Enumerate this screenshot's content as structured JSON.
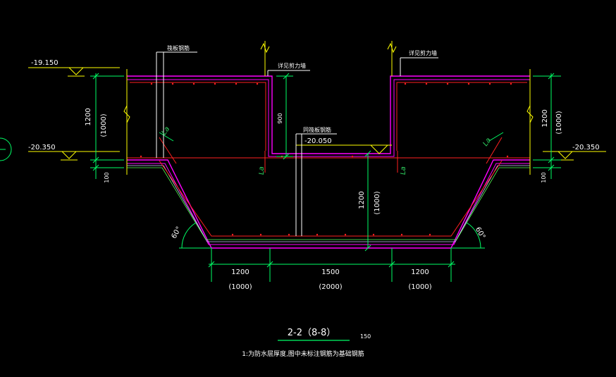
{
  "drawing": {
    "title": "2-2（8-8）",
    "scale": "150",
    "note": "1:为防水层厚度,图中未标注钢筋为基础钢筋"
  },
  "levels": {
    "top": "-19.150",
    "left_mid": "-20.350",
    "right_mid": "-20.350",
    "pit": "-20.050"
  },
  "labels": {
    "board_rebar": "筏板钢筋",
    "wall_detail_left": "详见剪力墙",
    "wall_detail_right": "详见剪力墙",
    "pit_rebar": "同筏板钢筋",
    "la": "La"
  },
  "dimensions": {
    "left_height": "1200",
    "left_height_alt": "(1000)",
    "left_thick": "100",
    "right_height": "1200",
    "right_height_alt": "(1000)",
    "right_thick": "100",
    "inner_depth": "900",
    "pit_depth": "1200",
    "pit_depth_alt": "(1000)",
    "bottom_left": "1200",
    "bottom_left_alt": "(1000)",
    "bottom_mid": "1500",
    "bottom_mid_alt": "(2000)",
    "bottom_right": "1200",
    "bottom_right_alt": "(1000)"
  },
  "angles": {
    "left": "60°",
    "right": "60°"
  },
  "colors": {
    "background": "#000000",
    "wall": "#ff00ff",
    "rebar": "#ff2020",
    "dimension": "#00ff66",
    "leader": "#ffffff",
    "level_mark": "#ffff00",
    "la": "#2fd35f"
  }
}
